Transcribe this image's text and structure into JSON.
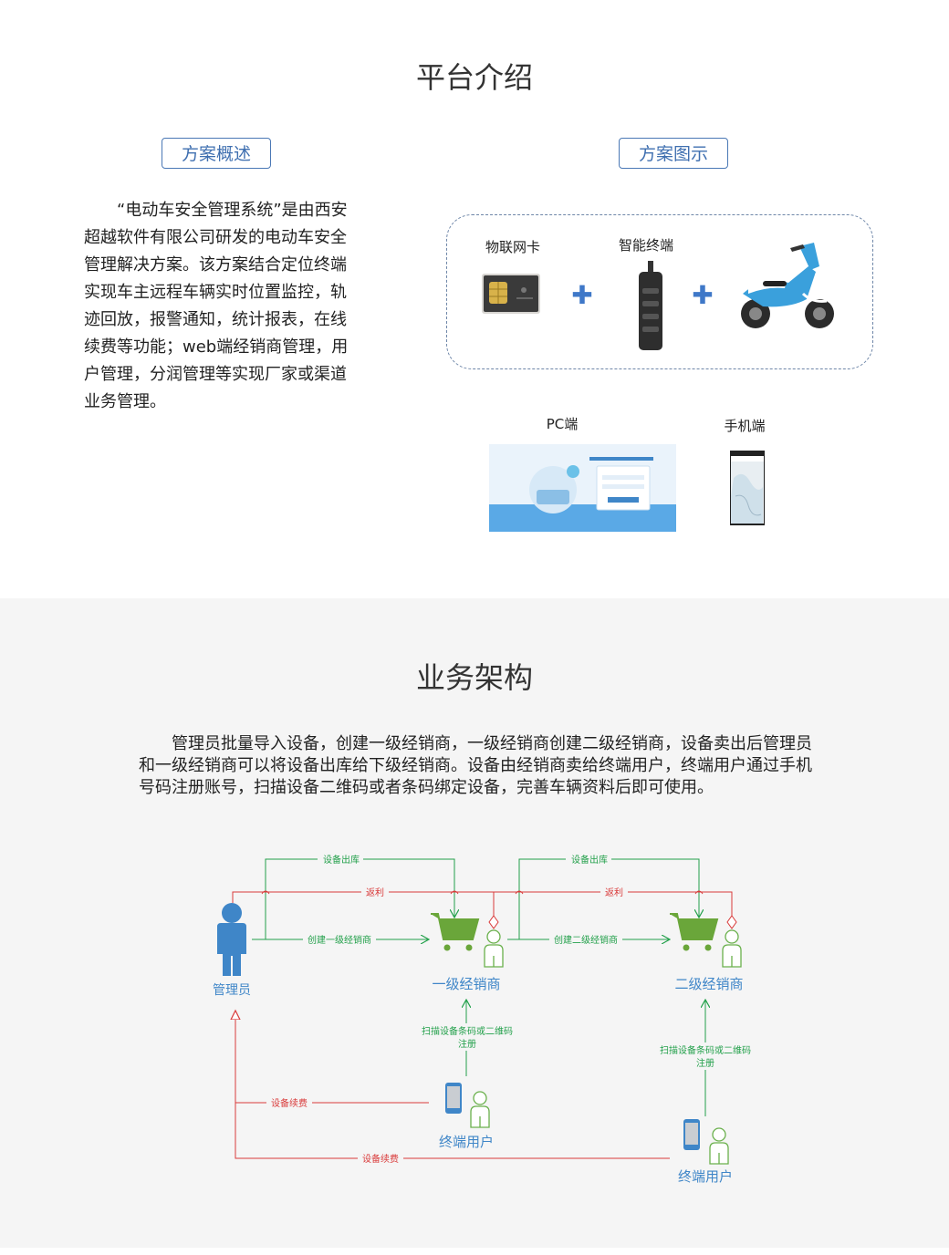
{
  "section1": {
    "title": "平台介绍",
    "tab_overview": "方案概述",
    "tab_diagram": "方案图示",
    "intro_text": "“电动车安全管理系统”是由西安超越软件有限公司研发的电动车安全管理解决方案。该方案结合定位终端实现车主远程车辆实时位置监控，轨迹回放，报警通知，统计报表，在线续费等功能；web端经销商管理，用户管理，分润管理等实现厂家或渠道业务管理。",
    "products": {
      "sim_label": "物联网卡",
      "terminal_label": "智能终端",
      "plus_symbol": "✚"
    },
    "clients": {
      "pc_label": "PC端",
      "mobile_label": "手机端"
    }
  },
  "section2": {
    "title": "业务架构",
    "description": "管理员批量导入设备，创建一级经销商，一级经销商创建二级经销商，设备卖出后管理员和一级经销商可以将设备出库给下级经销商。设备由经销商卖给终端用户，终端用户通过手机号码注册账号，扫描设备二维码或者条码绑定设备，完善车辆资料后即可使用。",
    "diagram": {
      "nodes": {
        "admin": "管理员",
        "dealer1": "一级经销商",
        "dealer2": "二级经销商",
        "user1": "终端用户",
        "user2": "终端用户"
      },
      "edges": {
        "outbound1": "设备出库",
        "outbound2": "设备出库",
        "rebate1": "返利",
        "rebate2": "返利",
        "create1": "创建一级经销商",
        "create2": "创建二级经销商",
        "scan1_line1": "扫描设备条码或二维码",
        "scan1_line2": "注册",
        "scan2_line1": "扫描设备条码或二维码",
        "scan2_line2": "注册",
        "renew1": "设备续费",
        "renew2": "设备续费"
      },
      "colors": {
        "green": "#22a04a",
        "red": "#d93a3a",
        "blue": "#3f86c8",
        "cart": "#6aa63a",
        "person_outline": "#6ab04c"
      }
    }
  }
}
